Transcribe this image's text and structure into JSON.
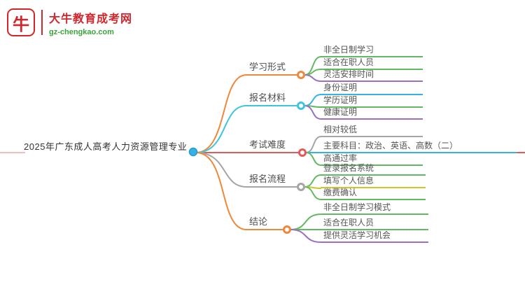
{
  "logo": {
    "icon_text": "牛",
    "title": "大牛教育成考网",
    "domain": "gz-chengkao.com"
  },
  "central": {
    "label": "2025年广东成人高考人力资源管理专业"
  },
  "palette": {
    "orange": "#f0883a",
    "cyan": "#3ec6d8",
    "red": "#e25b5b",
    "gray": "#a5a5a5",
    "green": "#62b962",
    "purple": "#9a6fc0",
    "blue": "#35b1e8",
    "yellow": "#cfc52e",
    "logo_red": "#d0262c",
    "logo_green": "#3aa53a"
  },
  "branches": [
    {
      "label": "学习形式",
      "color": "#f0883a",
      "children": [
        {
          "label": "非全日制学习",
          "color": "#62b962"
        },
        {
          "label": "适合在职人员",
          "color": "#62b962"
        },
        {
          "label": "灵活安排时间",
          "color": "#9a6fc0"
        }
      ]
    },
    {
      "label": "报名材料",
      "color": "#3ec6d8",
      "children": [
        {
          "label": "身份证明",
          "color": "#35b1e8"
        },
        {
          "label": "学历证明",
          "color": "#62b962"
        },
        {
          "label": "健康证明",
          "color": "#9a6fc0"
        }
      ]
    },
    {
      "label": "考试难度",
      "color": "#e25b5b",
      "children": [
        {
          "label": "相对较低",
          "color": "#a5a5a5"
        },
        {
          "label": "主要科目：政治、英语、高数（二）",
          "color": "#35b1e8"
        },
        {
          "label": "高通过率",
          "color": "#62b962"
        }
      ]
    },
    {
      "label": "报名流程",
      "color": "#a5a5a5",
      "children": [
        {
          "label": "登录报名系统",
          "color": "#62b962"
        },
        {
          "label": "填写个人信息",
          "color": "#cfc52e"
        },
        {
          "label": "缴费确认",
          "color": "#62b962"
        }
      ]
    },
    {
      "label": "结论",
      "color": "#f0883a",
      "children": [
        {
          "label": "非全日制学习模式",
          "color": "#62b962"
        },
        {
          "label": "适合在职人员",
          "color": "#62b962"
        },
        {
          "label": "提供灵活学习机会",
          "color": "#9a6fc0"
        }
      ]
    }
  ]
}
